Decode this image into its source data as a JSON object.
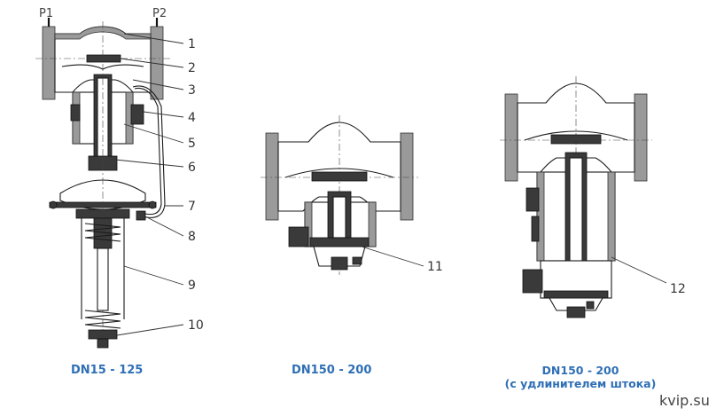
{
  "port_labels": {
    "inlet": "P1",
    "outlet": "P2"
  },
  "callouts": [
    "1",
    "2",
    "3",
    "4",
    "5",
    "6",
    "7",
    "8",
    "9",
    "10",
    "11",
    "12"
  ],
  "captions": {
    "variant_a": "DN15 - 125",
    "variant_b": "DN150 - 200",
    "variant_c": "DN150 - 200",
    "variant_c_note": "(с удлинителем штока)"
  },
  "watermark": "kvip.su",
  "colors": {
    "caption": "#2f6fb5",
    "line": "#1a1a1a",
    "hatch": "#9a9a9a"
  }
}
